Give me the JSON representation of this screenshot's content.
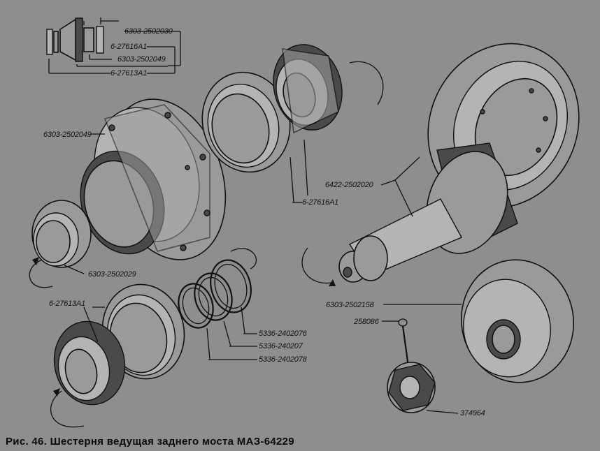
{
  "caption": "Рис. 46. Шестерня ведущая заднего моста МАЗ-64229",
  "labels": {
    "inset_1": "6303-2502030",
    "inset_2": "6-27616А1",
    "inset_3": "6303-2502049",
    "inset_4": "6-27613А1",
    "housing": "6303-2502049",
    "bearing_right": "6-27616А1",
    "cup_left": "6303-2502029",
    "bearing_left": "6-27613А1",
    "gear_pair": "6422-2502020",
    "spur_gear": "6303-2502158",
    "cotter_pin": "258086",
    "nut": "374964",
    "ring_1": "5336-2402076",
    "ring_2": "5336-240207",
    "ring_3": "5336-2402078"
  }
}
